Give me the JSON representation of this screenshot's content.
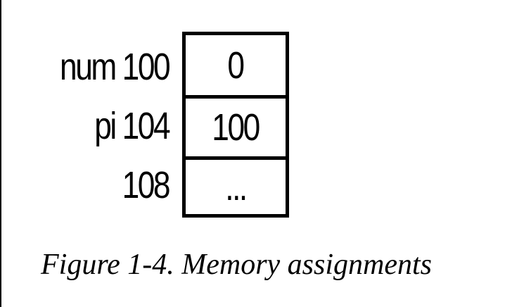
{
  "memory_rows": [
    {
      "label": "num 100",
      "value": "0"
    },
    {
      "label": "pi 104",
      "value": "100"
    },
    {
      "label": "108",
      "value": "..."
    }
  ],
  "caption": "Figure 1-4. Memory assignments"
}
